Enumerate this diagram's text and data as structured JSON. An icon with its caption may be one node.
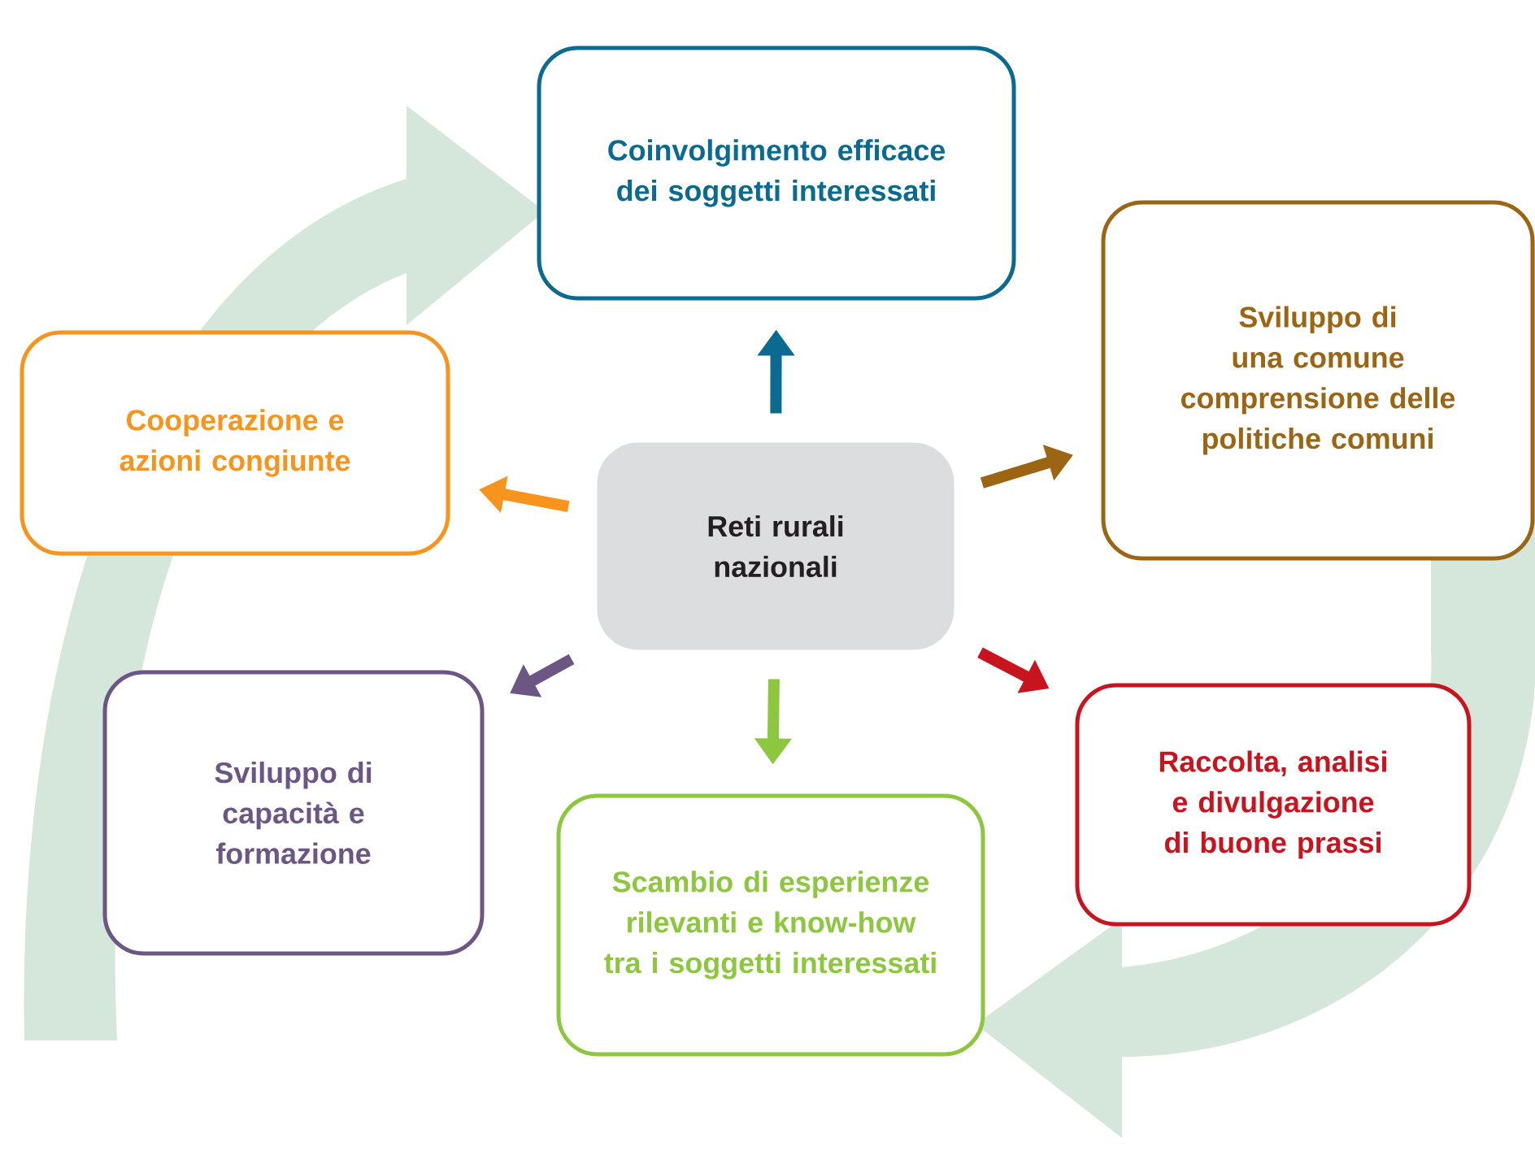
{
  "diagram": {
    "nodes": [
      {
        "text": [
          "Coinvolgimento efficace dei soggetti interessati"
        ]
      },
      {
        "text": [
          "Sviluppo di una comune comprensione delle politiche comuni"
        ]
      },
      {
        "text": [
          "Cooperazione e azioni congiunte"
        ]
      },
      {
        "text": [
          "Reti rurali nazionali"
        ]
      },
      {
        "text": [
          "Sviluppo di capacità e formazione"
        ]
      },
      {
        "text": [
          "Raccolta, analisi e divulgazione di buone prassi"
        ]
      },
      {
        "text": [
          "Scambio di esperienze rilevanti e know-how tra i soggetti interessati"
        ]
      }
    ],
    "edges": [
      {
        "from": 3,
        "to": 0,
        "arrow": "to",
        "color": "#0b6a8f"
      },
      {
        "from": 3,
        "to": 1,
        "arrow": "to",
        "color": "#9c6514"
      },
      {
        "from": 3,
        "to": 2,
        "arrow": "to",
        "color": "#f7941d"
      },
      {
        "from": 3,
        "to": 5,
        "arrow": "to",
        "color": "#c8141e"
      },
      {
        "from": 3,
        "to": 4,
        "arrow": "to",
        "color": "#6c5683"
      },
      {
        "from": 3,
        "to": 6,
        "arrow": "to",
        "color": "#8dc63f"
      }
    ]
  }
}
